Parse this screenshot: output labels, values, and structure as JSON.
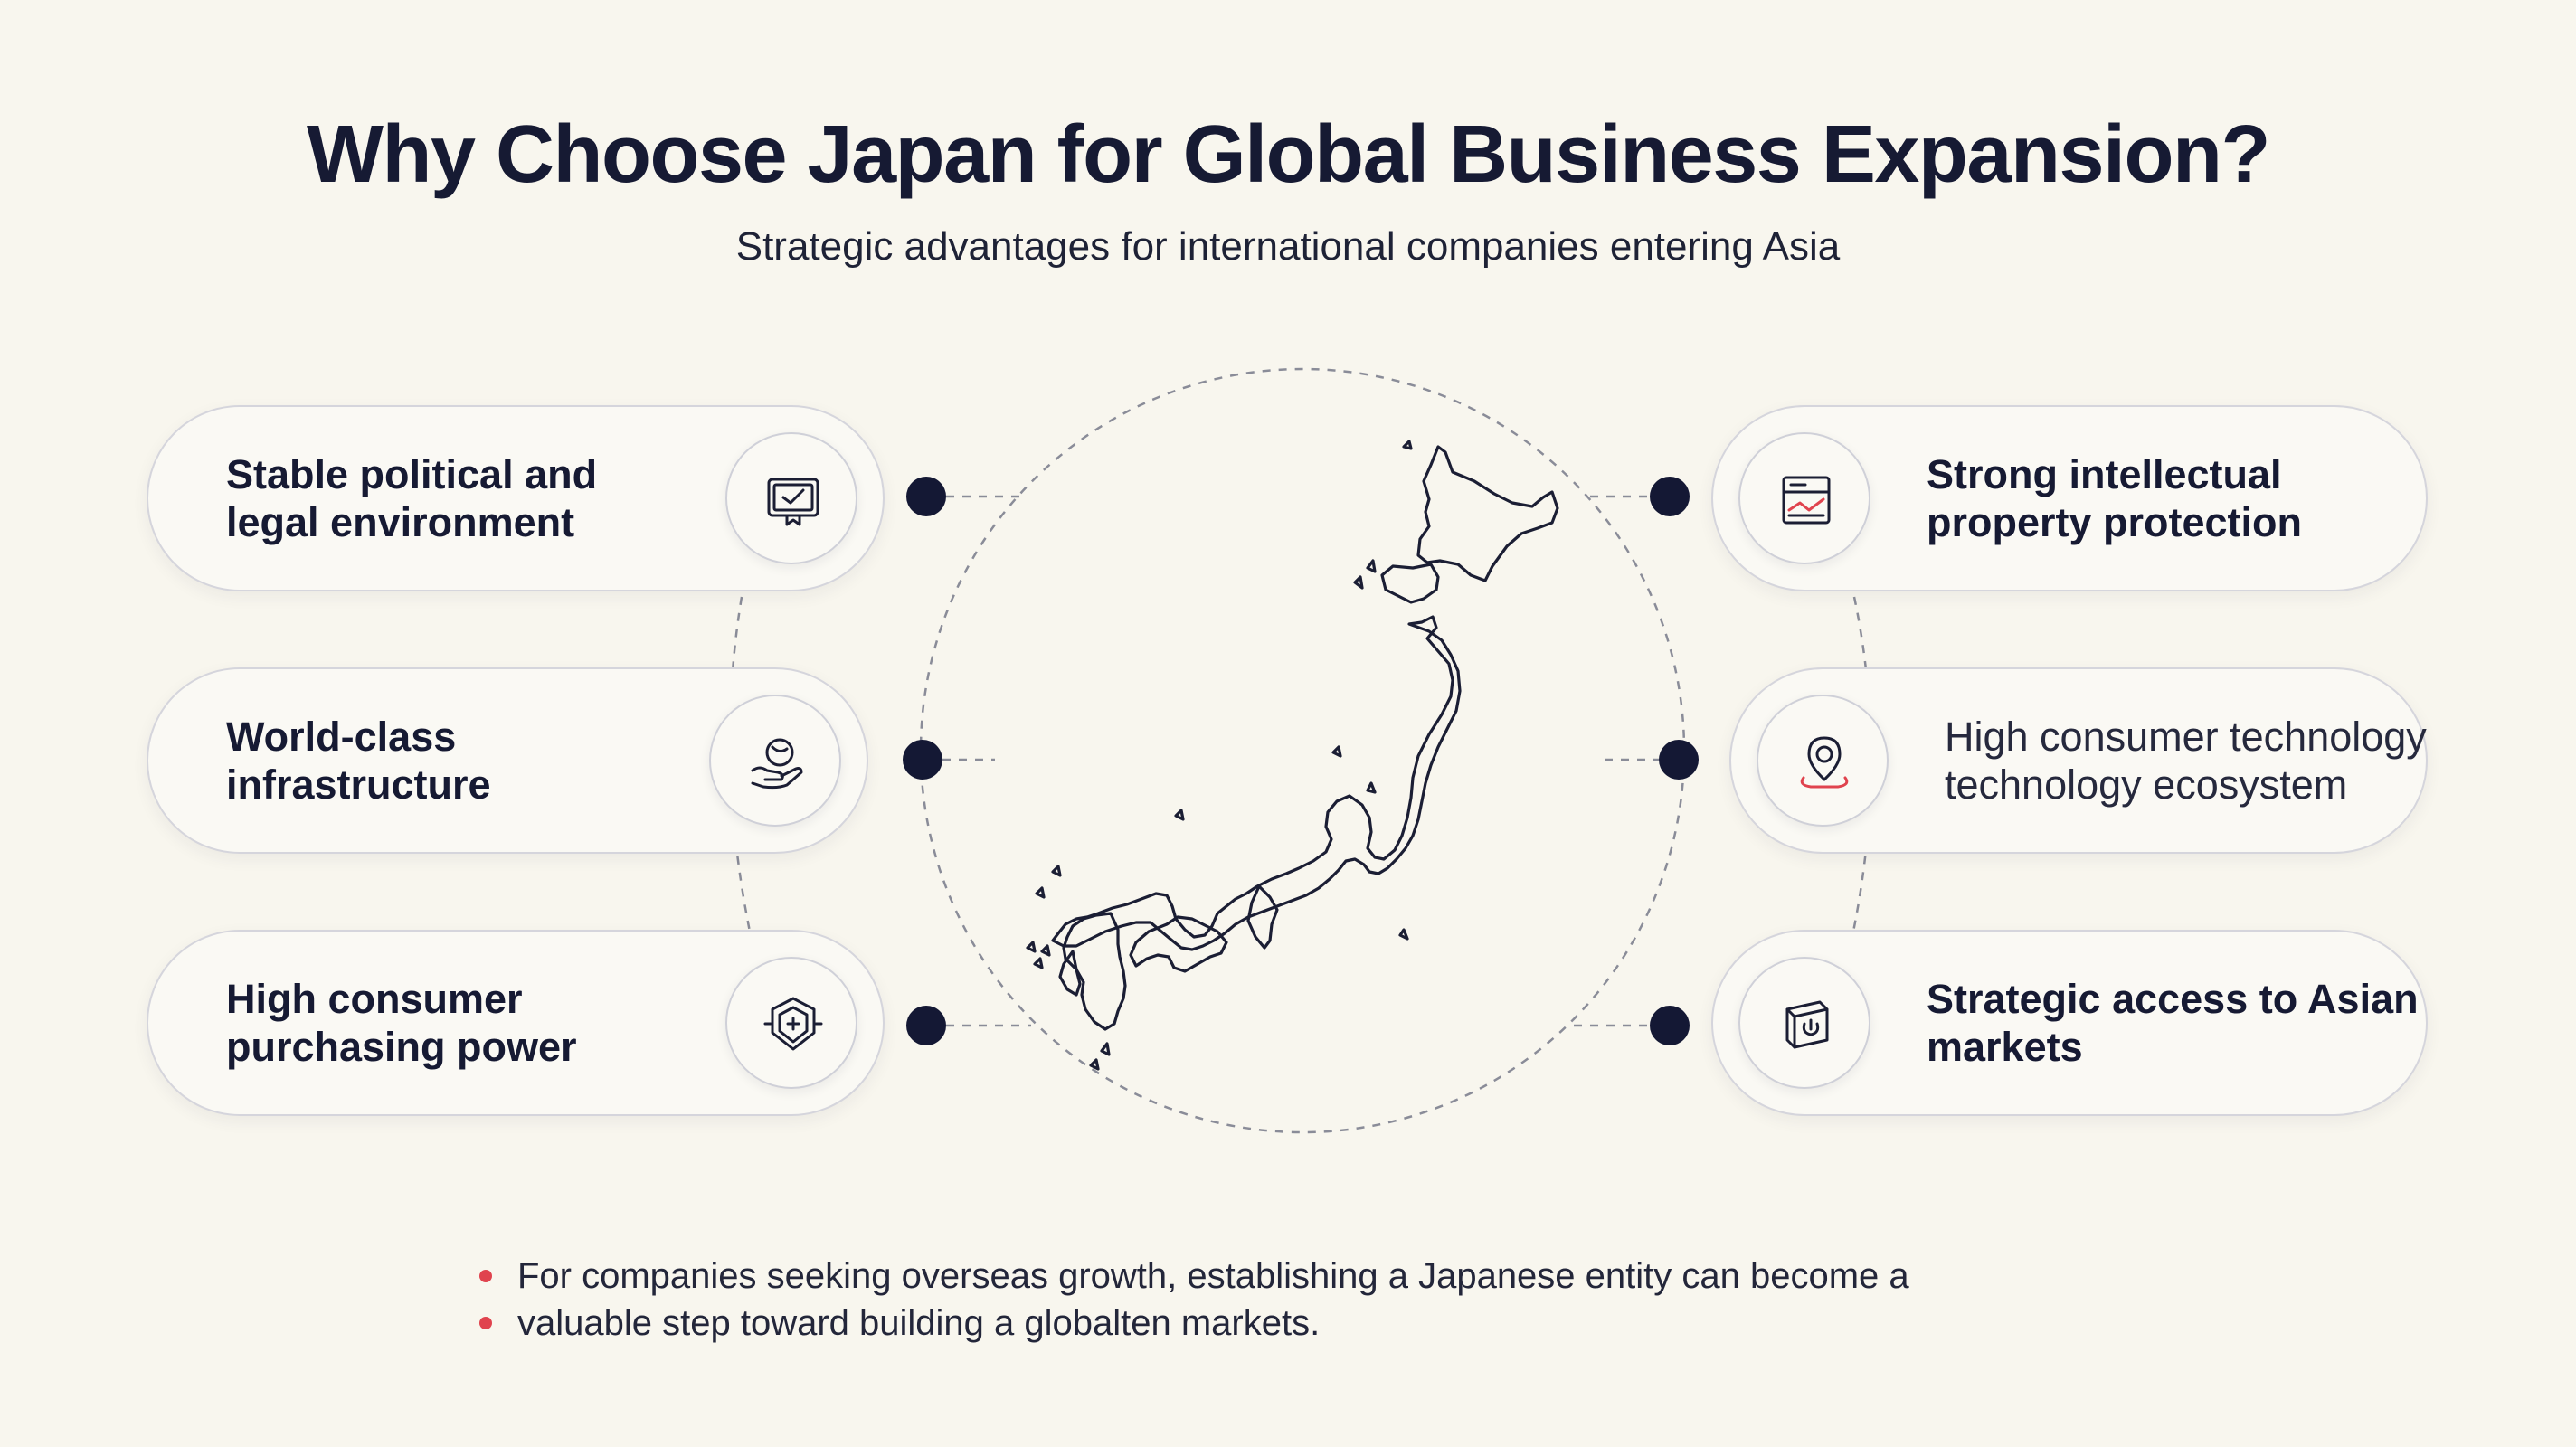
{
  "header": {
    "title": "Why Choose Japan for Global Business Expansion?",
    "subtitle": "Strategic advantages for international companies entering Asia"
  },
  "center": {
    "map_name": "japan-map"
  },
  "left_items": [
    {
      "label": "Stable political and legal environment",
      "icon": "certificate-icon"
    },
    {
      "label": "World-class infrastructure",
      "icon": "globe-hand-icon"
    },
    {
      "label": "High consumer purchasing power",
      "icon": "shield-icon"
    }
  ],
  "right_items": [
    {
      "label": "Strong intellectual property protection",
      "icon": "document-icon"
    },
    {
      "label": "High consumer technology technology ecosystem",
      "icon": "location-pin-icon"
    },
    {
      "label": "Strategic access to Asian markets",
      "icon": "box-power-icon"
    }
  ],
  "note": {
    "lines": [
      "For companies seeking overseas growth, establishing a Japanese entity can become a",
      "valuable step toward building a globalten markets."
    ]
  },
  "colors": {
    "background": "#f8f6ee",
    "text": "#161a33",
    "connector_dot": "#141834",
    "bullet": "#e0434e",
    "border": "#d5d5dc"
  }
}
